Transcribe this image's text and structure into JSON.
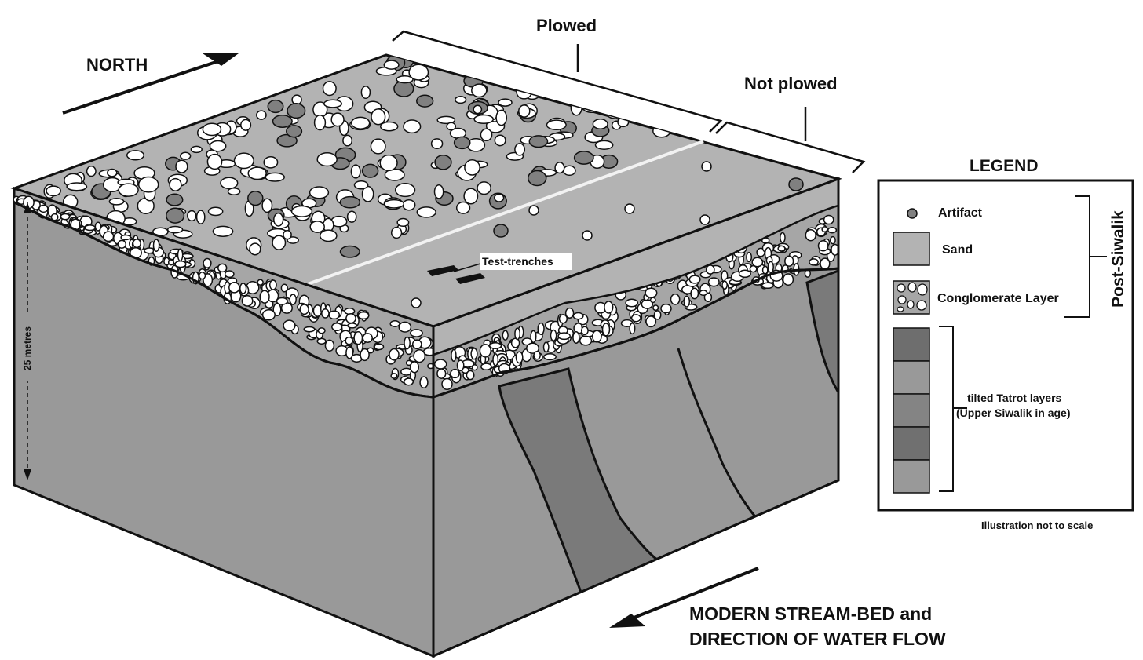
{
  "labels": {
    "north": "NORTH",
    "plowed": "Plowed",
    "not_plowed": "Not plowed",
    "test_trenches": "Test-trenches",
    "depth": "25 metres",
    "stream_line1": "MODERN STREAM-BED and",
    "stream_line2": "DIRECTION OF WATER FLOW"
  },
  "legend": {
    "title": "LEGEND",
    "artifact": "Artifact",
    "sand": "Sand",
    "conglomerate": "Conglomerate Layer",
    "tatrot_line1": "tilted Tatrot  layers",
    "tatrot_line2": "(Upper Siwalik in age)",
    "post_siwalik": "Post-Siwalik",
    "scale_note": "Illustration not to scale"
  },
  "colors": {
    "sand": "#b3b3b3",
    "artifact": "#808080",
    "side_face": "#999999",
    "dark_layer": "#7a7a7a",
    "outline": "#111111"
  }
}
